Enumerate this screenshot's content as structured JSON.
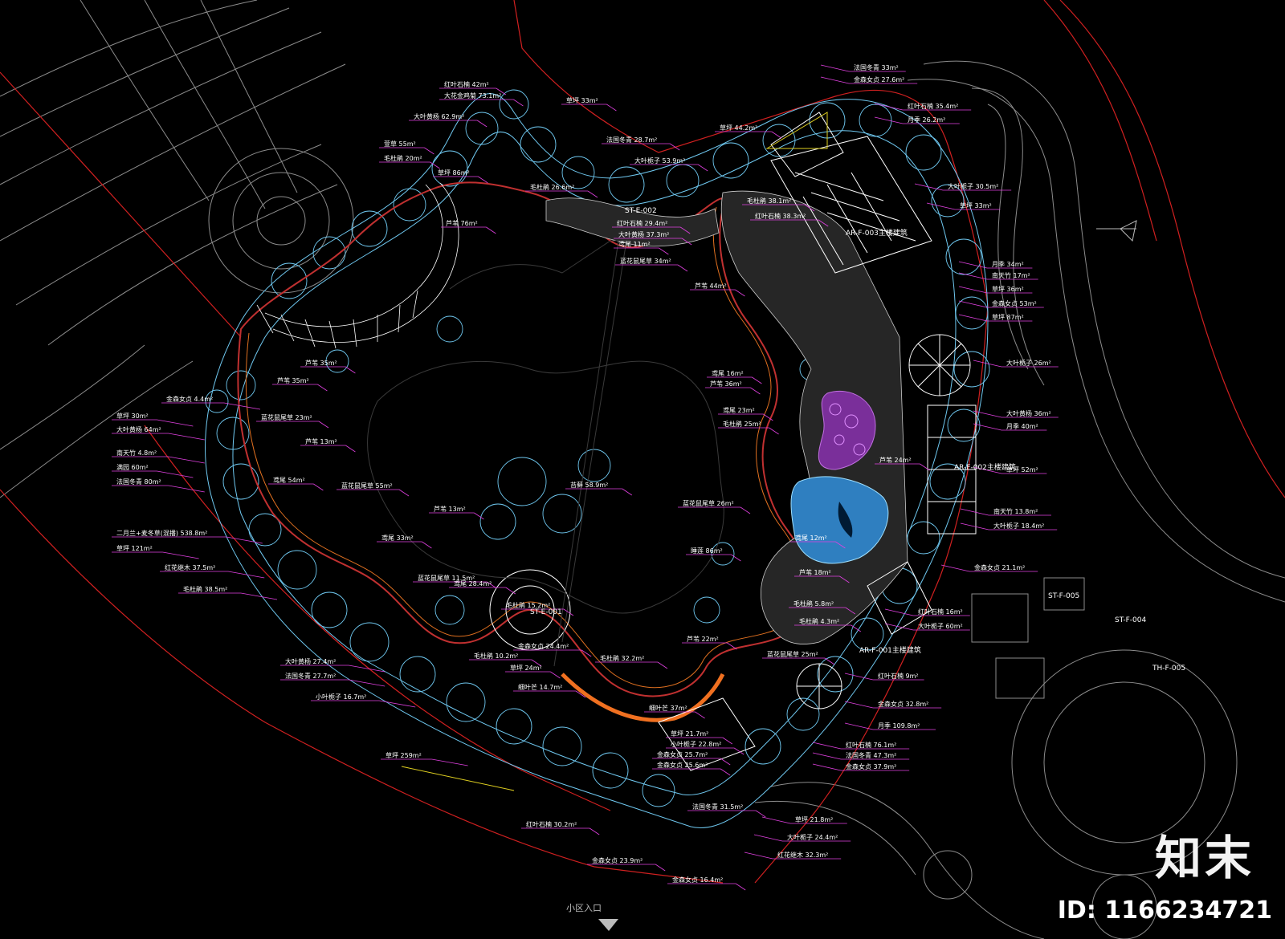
{
  "brand": {
    "logo_text": "知末",
    "id_text": "ID: 1166234721"
  },
  "building_codes": [
    "AR-F-003主楼建筑",
    "AR-F-002主楼建筑",
    "AR-F-001主楼建筑",
    "ST-E-002",
    "ST-E-001",
    "ST-F-005",
    "ST-F-004",
    "TH-F-005",
    "小区入口"
  ],
  "left_labels": [
    "金森女贞 4.4m²",
    "草坪 30m²",
    "大叶黄杨 64m²",
    "南天竹 4.8m²",
    "满园 60m²",
    "法国冬青 80m²",
    "二月兰+麦冬草(混播) 538.8m²",
    "草坪 121m²",
    "红花继木 37.5m²",
    "毛杜鹃 38.5m²",
    "大叶黄杨 27.4m²",
    "法国冬青 27.7m²",
    "小叶栀子 16.7m²",
    "草坪 259m²"
  ],
  "top_labels": [
    "红叶石楠 42m²",
    "大花金鸡菊 73.1m²",
    "大叶黄杨 62.9m²",
    "萱草 55m²",
    "毛杜鹃 20m²",
    "草坪 86m²",
    "芦苇 76m²",
    "草坪 33m²",
    "法国冬青 28.7m²",
    "大叶栀子 53.9m²",
    "草坪 44.2m²",
    "毛杜鹃 26.6m²",
    "毛杜鹃 38.1m²",
    "红叶石楠 38.3m²"
  ],
  "center_labels": [
    "芦苇 35m²",
    "芦苇 35m²",
    "蓝花鼠尾草 23m²",
    "芦苇 13m²",
    "鸢尾 54m²",
    "蓝花鼠尾草 55m²",
    "芦苇 13m²",
    "鸢尾 33m²",
    "蓝花鼠尾草 11.5m²",
    "鸢尾 28.4m²",
    "毛杜鹃 15.2m²",
    "毛杜鹃 10.2m²",
    "金森女贞 24.4m²",
    "草坪 24m²",
    "细叶芒 14.7m²",
    "苔藓 58.9m²",
    "毛杜鹃 32.2m²",
    "细叶芒 37m²",
    "蓝花鼠尾草 26m²",
    "睡莲 86m²",
    "芦苇 22m²",
    "芦苇 44m²",
    "鸢尾 16m²",
    "芦苇 36m²",
    "鸢尾 23m²",
    "毛杜鹃 25m²",
    "芦苇 24m²",
    "鸢尾 12m²",
    "芦苇 18m²",
    "毛杜鹃 5.8m²",
    "毛杜鹃 4.3m²",
    "蓝花鼠尾草 25m²",
    "红叶石楠 29.4m²",
    "大叶黄杨 37.3m²",
    "鸢尾 11m²",
    "蓝花鼠尾草 34m²"
  ],
  "right_labels": [
    "法国冬青 33m²",
    "金森女贞 27.6m²",
    "红叶石楠 35.4m²",
    "月季 26.2m²",
    "大叶栀子 30.5m²",
    "草坪 33m²",
    "月季 34m²",
    "南天竹 17m²",
    "草坪 36m²",
    "金森女贞 53m²",
    "草坪 87m²",
    "大叶栀子 26m²",
    "大叶黄杨 36m²",
    "月季 40m²",
    "草坪 52m²",
    "南天竹 13.8m²",
    "大叶栀子 18.4m²",
    "金森女贞 21.1m²",
    "红叶石楠 16m²",
    "大叶栀子 60m²",
    "红叶石楠 9m²",
    "金森女贞 32.8m²",
    "月季 109.8m²",
    "红叶石楠 76.1m²",
    "法国冬青 47.3m²",
    "金森女贞 37.9m²",
    "草坪 21.8m²",
    "大叶栀子 24.4m²",
    "红花继木 32.3m²"
  ],
  "bottom_labels": [
    "草坪 21.7m²",
    "小叶栀子 22.8m²",
    "金森女贞 25.7m²",
    "金森女贞 25.6m²",
    "法国冬青 31.5m²",
    "红叶石楠 30.2m²",
    "金森女贞 23.9m²",
    "金森女贞 16.4m²"
  ],
  "colors": {
    "background": "#000000",
    "label_text": "#ffffff",
    "leader_line": "#e040e0",
    "shrub_outline": "#7fd0ff",
    "boundary": "#e02020",
    "paving": "#2a2a2a",
    "water": "#2f8fd0",
    "flower_purple": "#9a3fbf",
    "pond_orange": "#f07020",
    "building_line": "#ffffff",
    "context_grey": "#9a9a9a"
  },
  "icons": [
    "north-arrow-icon",
    "entrance-arrow-icon"
  ]
}
